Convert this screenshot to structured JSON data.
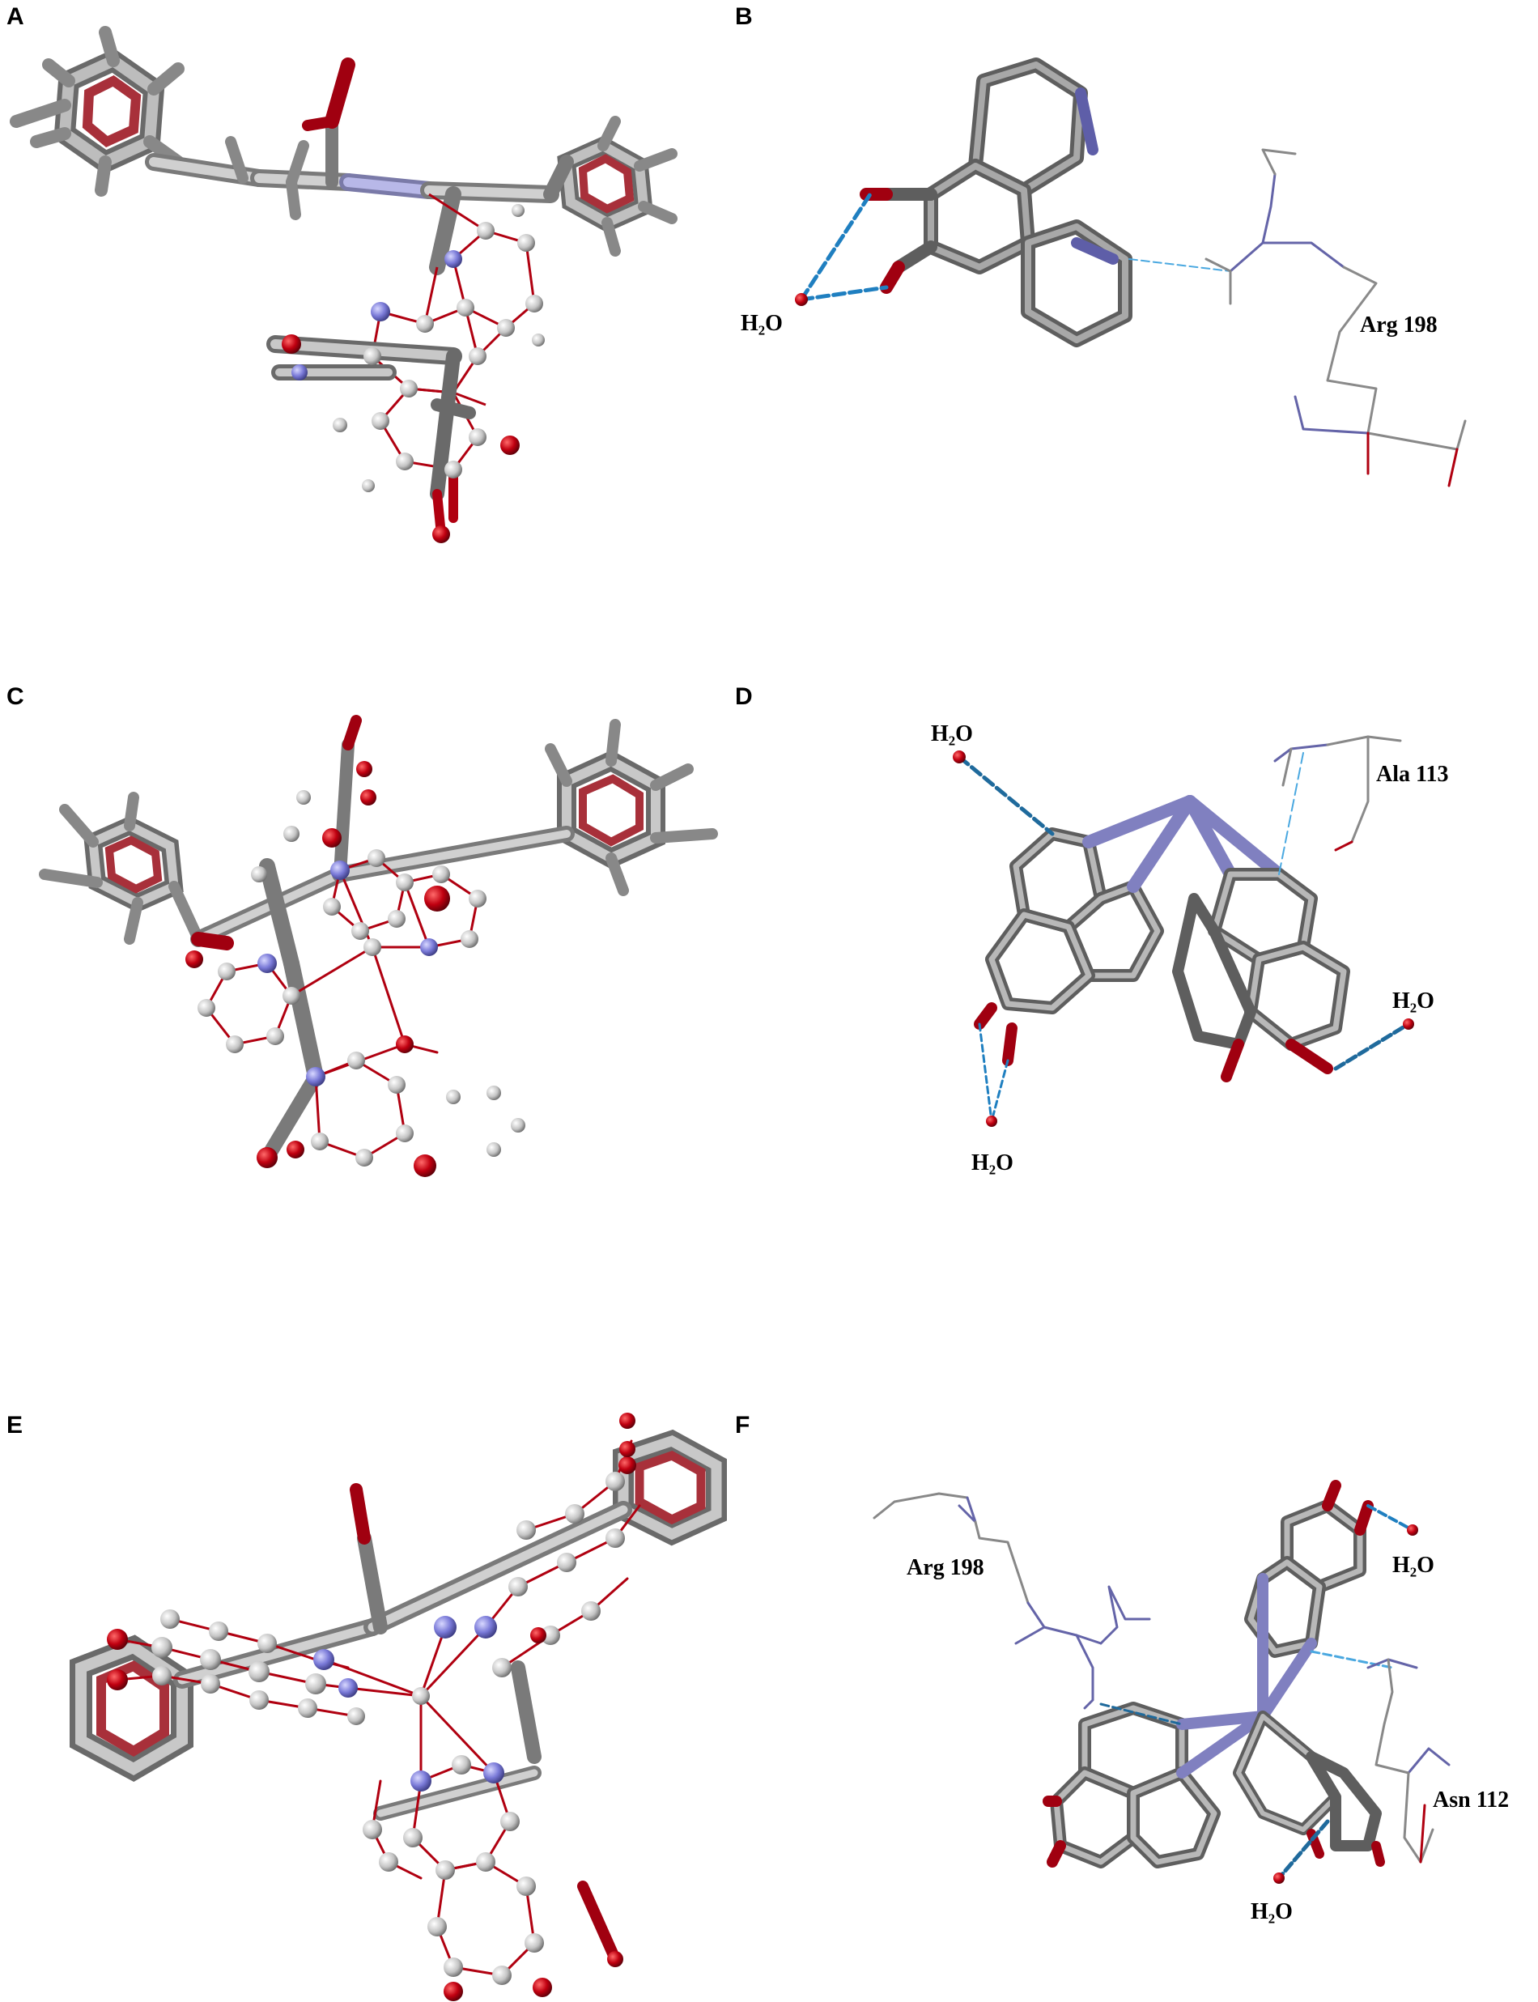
{
  "panels": [
    {
      "letter": "A"
    },
    {
      "letter": "B",
      "labels": {
        "water": "H₂O",
        "residue": "Arg 198"
      }
    },
    {
      "letter": "C"
    },
    {
      "letter": "D",
      "labels": {
        "water1": "H₂O",
        "water2": "H₂O",
        "water3": "H₂O",
        "residue": "Ala 113"
      }
    },
    {
      "letter": "E"
    },
    {
      "letter": "F",
      "labels": {
        "residue1": "Arg 198",
        "water1": "H₂O",
        "residue2": "Asn 112",
        "water2": "H₂O"
      }
    }
  ],
  "colors": {
    "carbon": "#b9b9b9",
    "carbon_dark": "#6e6e6e",
    "oxygen": "#b00010",
    "nitrogen": "#7a7ad8",
    "hydrogen": "#d8d8d8",
    "hbond": "#1f7fc0",
    "aromatic": "#a8303a",
    "residue": "#555555"
  }
}
